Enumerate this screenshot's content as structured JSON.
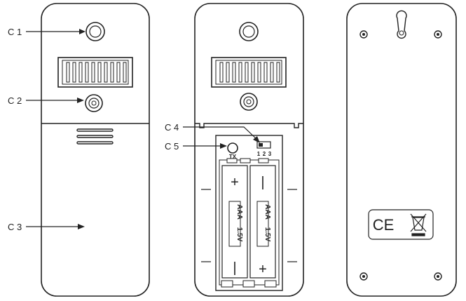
{
  "callouts": {
    "c1": "C 1",
    "c2": "C 2",
    "c3": "C 3",
    "c4": "C 4",
    "c5": "C 5"
  },
  "switch": {
    "pos1": "1",
    "pos2": "2",
    "pos3": "3"
  },
  "tx_label": "TX",
  "batteries": {
    "left": {
      "type": "AAA",
      "voltage": "1.5V",
      "top_sign": "+",
      "bottom_sign": "|"
    },
    "right": {
      "type": "AAA",
      "voltage": "1.5V",
      "top_sign": "|",
      "bottom_sign": "+"
    }
  },
  "marks": {
    "ce": "CE"
  },
  "icons": [
    "screw-hole-icon",
    "speaker-grille-icon",
    "tx-button-icon",
    "channel-switch-icon",
    "battery-icon",
    "keyhole-mount-icon",
    "ce-mark-icon",
    "weee-bin-icon"
  ]
}
